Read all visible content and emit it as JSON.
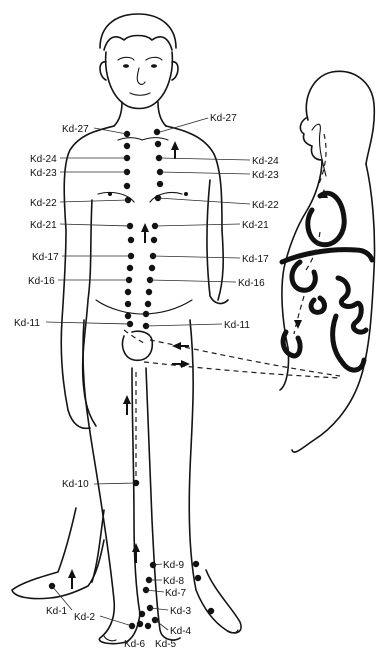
{
  "point_labels": {
    "kd27_left": "Kd-27",
    "kd27_right": "Kd-27",
    "kd24_left": "Kd-24",
    "kd24_right": "Kd-24",
    "kd23_left": "Kd-23",
    "kd23_right": "Kd-23",
    "kd22_left": "Kd-22",
    "kd22_right": "Kd-22",
    "kd21_left": "Kd-21",
    "kd21_right": "Kd-21",
    "kd17_left": "Kd-17",
    "kd17_right": "Kd-17",
    "kd16_left": "Kd-16",
    "kd16_right": "Kd-16",
    "kd11_left": "Kd-11",
    "kd11_right": "Kd-11",
    "kd10": "Kd-10",
    "kd9": "Kd-9",
    "kd8": "Kd-8",
    "kd7": "Kd-7",
    "kd3": "Kd-3",
    "kd4": "Kd-4",
    "kd1": "Kd-1",
    "kd2": "Kd-2",
    "kd6": "Kd-6",
    "kd5": "Kd-5"
  },
  "colors": {
    "ink": "#111111",
    "paper": "#ffffff"
  }
}
